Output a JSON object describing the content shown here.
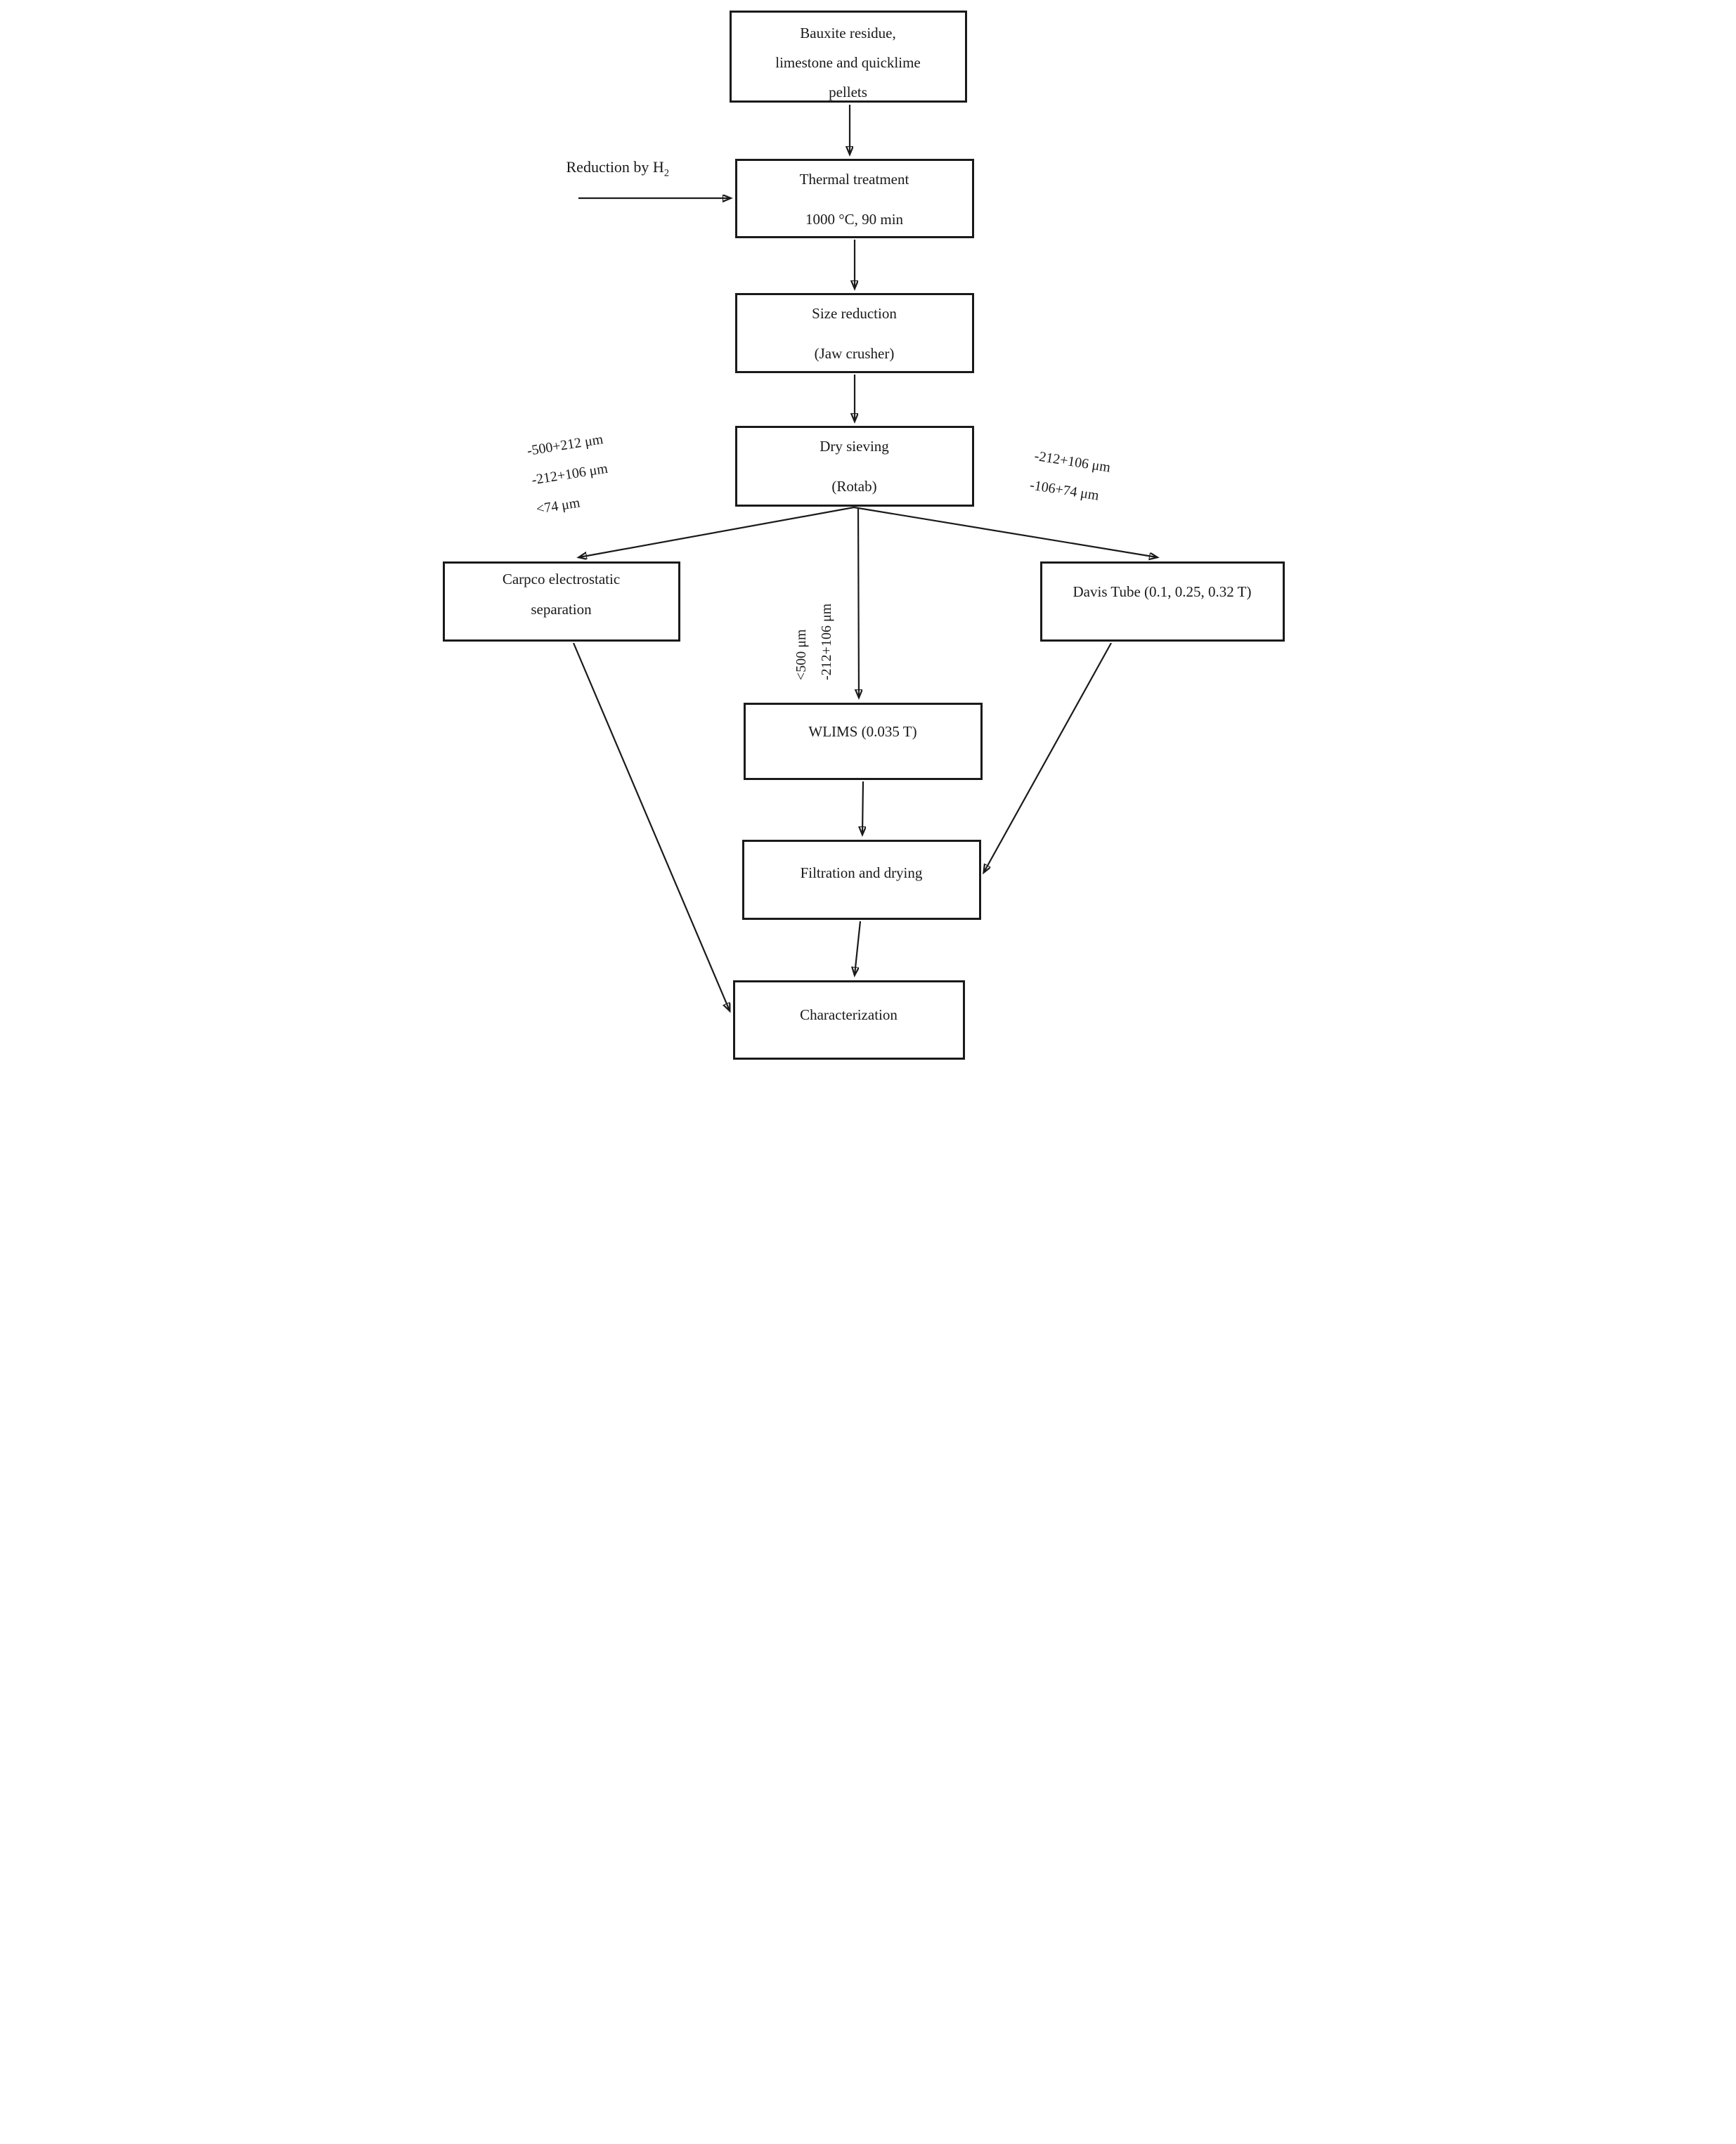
{
  "page": {
    "background": "#ffffff",
    "ink": "#1a1a1a"
  },
  "diagram": {
    "type": "flowchart",
    "nodes": {
      "bauxite": {
        "lines": [
          "Bauxite residue,",
          "limestone and quicklime",
          "pellets"
        ]
      },
      "thermal": {
        "lines": [
          "Thermal treatment",
          "1000 °C, 90 min"
        ]
      },
      "size_reduction": {
        "lines": [
          "Size reduction",
          "(Jaw crusher)"
        ]
      },
      "dry_sieving": {
        "lines": [
          "Dry sieving",
          "(Rotab)"
        ]
      },
      "carpco": {
        "lines": [
          "Carpco electrostatic",
          "separation"
        ]
      },
      "davis": {
        "lines": [
          "Davis Tube (0.1, 0.25, 0.32 T)"
        ]
      },
      "wlims": {
        "lines": [
          "WLIMS (0.035 T)"
        ]
      },
      "filtration": {
        "lines": [
          "Filtration and drying"
        ]
      },
      "characterization": {
        "lines": [
          "Characterization"
        ]
      }
    },
    "edge_labels": {
      "reduction": {
        "text": "Reduction by H",
        "sub": "2"
      },
      "left_branch": [
        "-500+212 μm",
        "-212+106 μm",
        "<74 μm"
      ],
      "middle_branch": [
        "<500 μm",
        "-212+106 μm"
      ],
      "right_branch": [
        "-212+106 μm",
        "-106+74 μm"
      ]
    }
  }
}
